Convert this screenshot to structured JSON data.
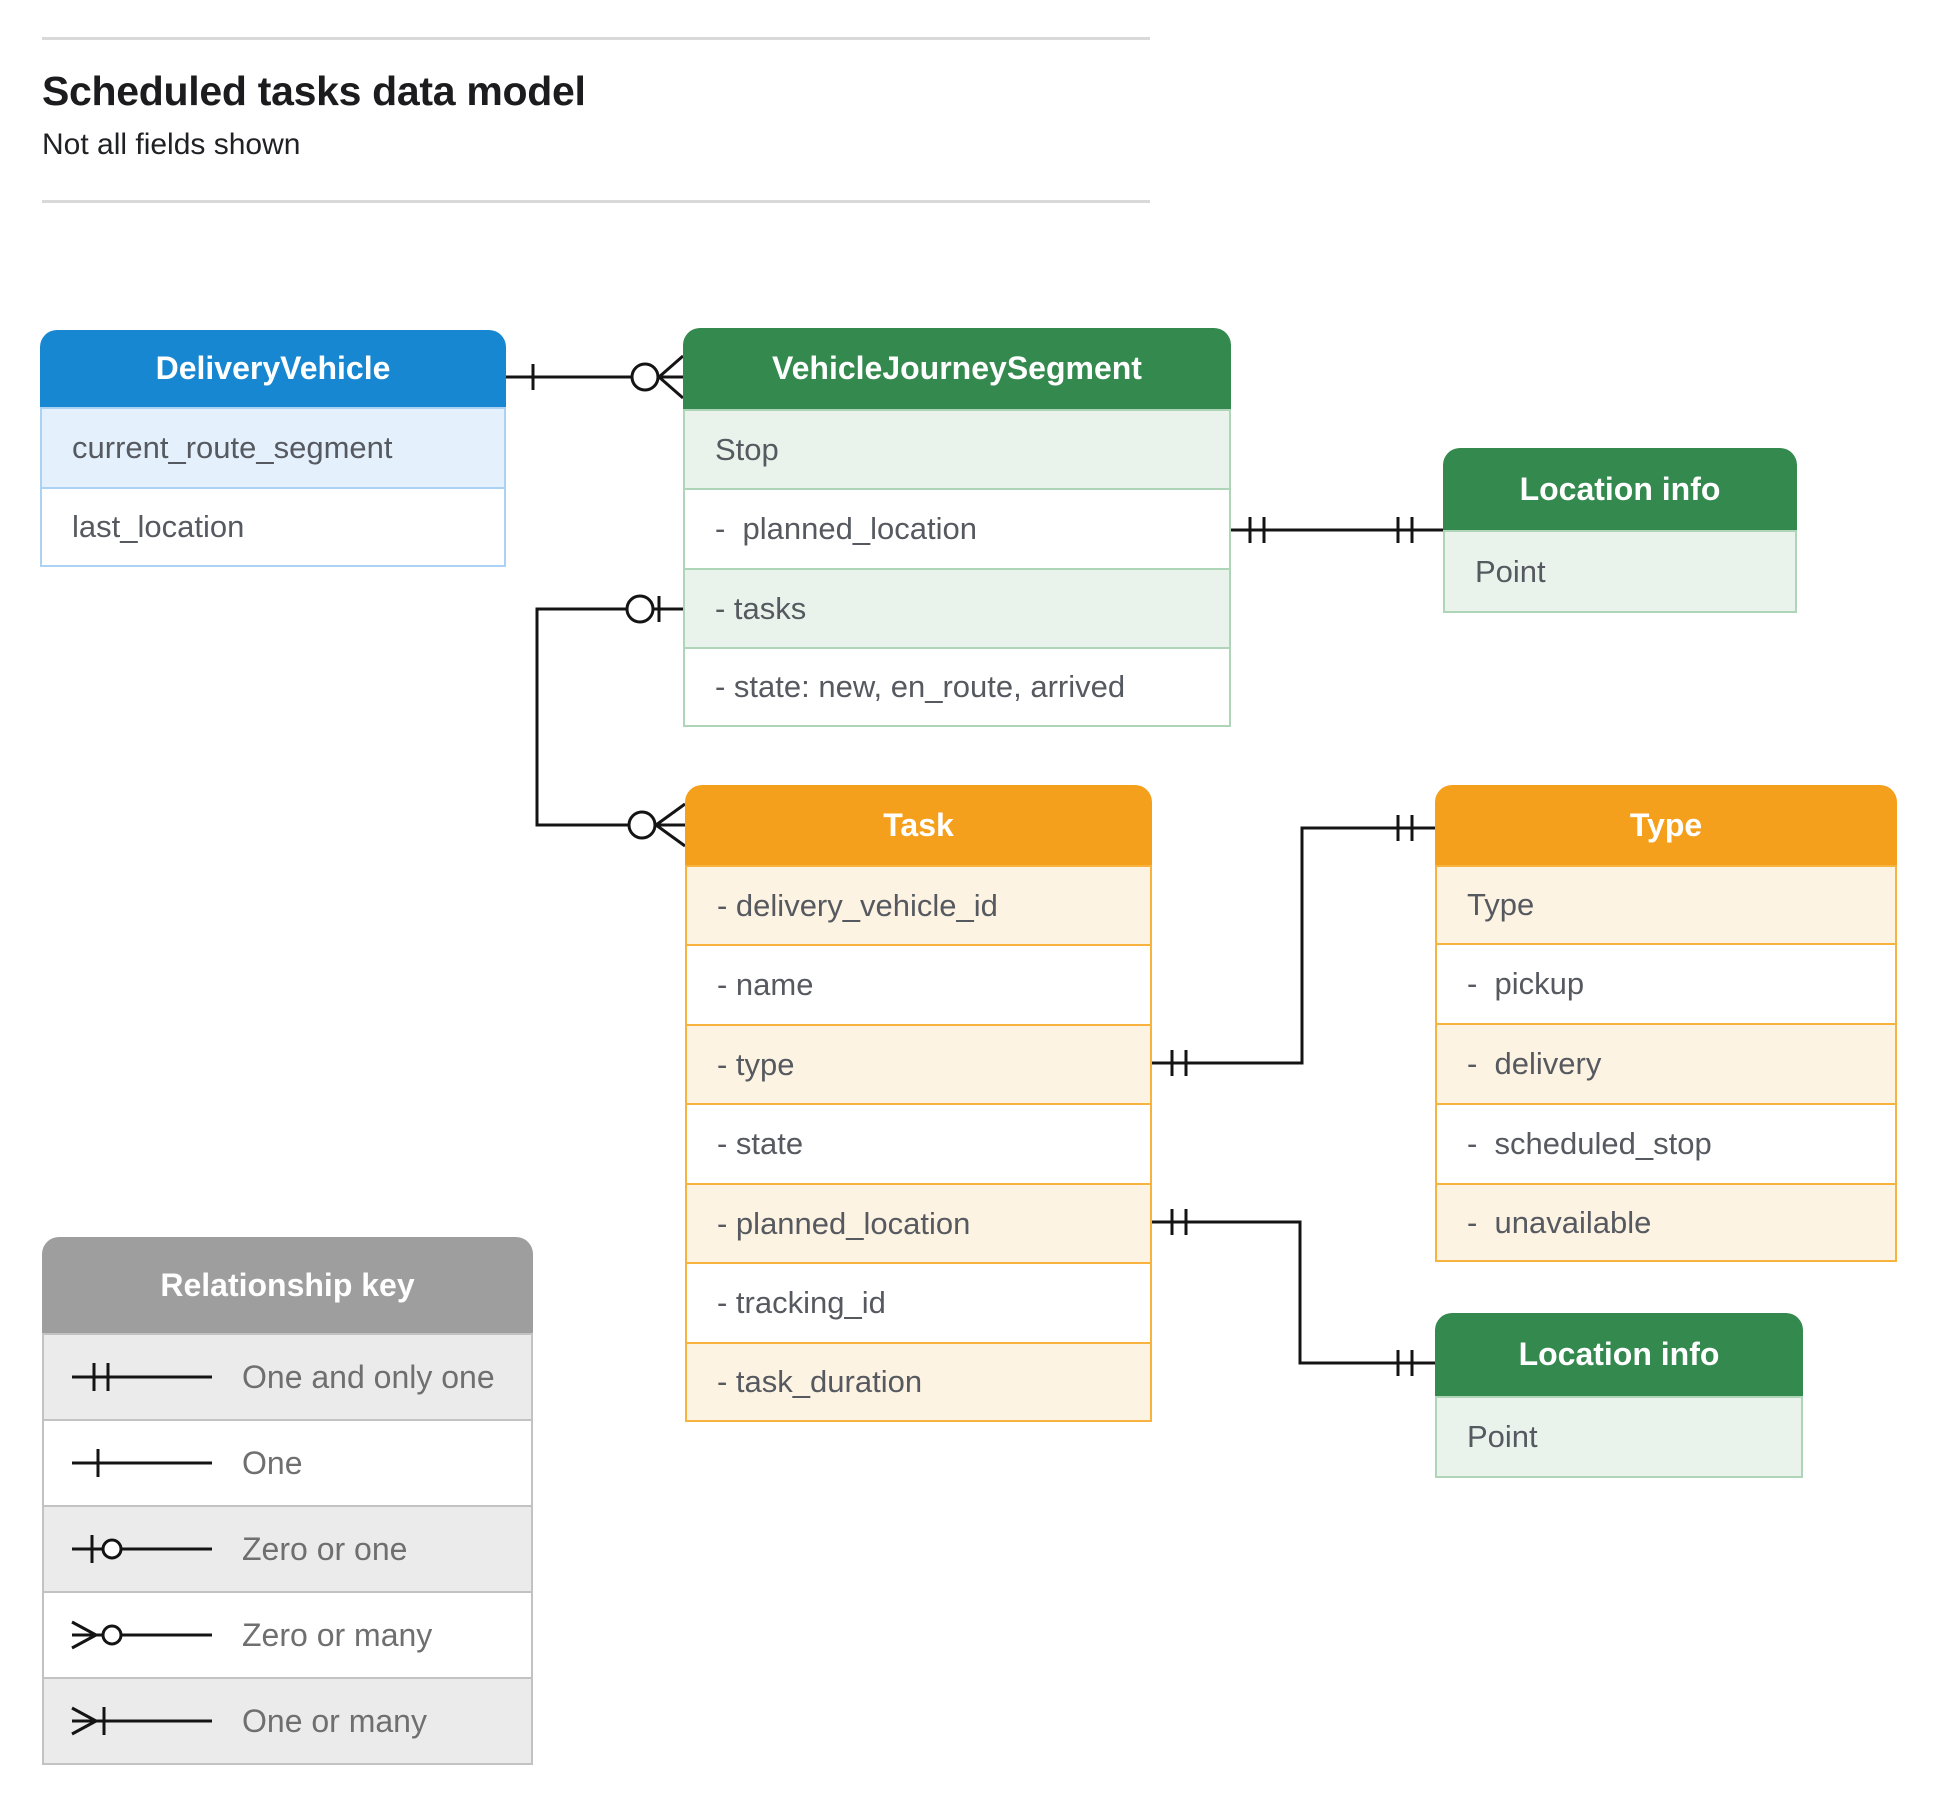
{
  "header": {
    "title": "Scheduled tasks data model",
    "subtitle": "Not all fields shown"
  },
  "colors": {
    "blue_header": "#1787d1",
    "blue_row": "#e4f1fc",
    "green_header": "#34894e",
    "green_row": "#e9f3ec",
    "orange_header": "#f5a01d",
    "orange_row": "#fdf3e2",
    "legend_header": "#9e9e9e",
    "legend_row": "#ebebeb",
    "wire": "#141414"
  },
  "entities": {
    "delivery_vehicle": {
      "title": "DeliveryVehicle",
      "rows": [
        "current_route_segment",
        "last_location"
      ]
    },
    "vehicle_journey_segment": {
      "title": "VehicleJourneySegment",
      "rows": [
        "Stop",
        "-  planned_location",
        "- tasks",
        "- state: new, en_route, arrived"
      ]
    },
    "location_info_top": {
      "title": "Location info",
      "rows": [
        "Point"
      ]
    },
    "task": {
      "title": "Task",
      "rows": [
        "- delivery_vehicle_id",
        "- name",
        "- type",
        "- state",
        "- planned_location",
        "- tracking_id",
        "- task_duration"
      ]
    },
    "type": {
      "title": "Type",
      "rows": [
        "Type",
        "-  pickup",
        "-  delivery",
        "-  scheduled_stop",
        "-  unavailable"
      ]
    },
    "location_info_bottom": {
      "title": "Location info",
      "rows": [
        "Point"
      ]
    }
  },
  "legend": {
    "title": "Relationship key",
    "items": [
      "One and only one",
      "One",
      "Zero or one",
      "Zero or many",
      "One or many"
    ]
  },
  "relationships": [
    {
      "from": "DeliveryVehicle",
      "from_cardinality": "one",
      "to": "VehicleJourneySegment",
      "to_cardinality": "zero or many"
    },
    {
      "from": "VehicleJourneySegment.tasks",
      "from_cardinality": "zero or one",
      "to": "Task",
      "to_cardinality": "zero or many"
    },
    {
      "from": "VehicleJourneySegment.planned_location",
      "from_cardinality": "one and only one",
      "to": "Location info",
      "to_cardinality": "one and only one"
    },
    {
      "from": "Task.type",
      "from_cardinality": "one and only one",
      "to": "Type",
      "to_cardinality": "one and only one"
    },
    {
      "from": "Task.planned_location",
      "from_cardinality": "one and only one",
      "to": "Location info",
      "to_cardinality": "one and only one"
    }
  ]
}
